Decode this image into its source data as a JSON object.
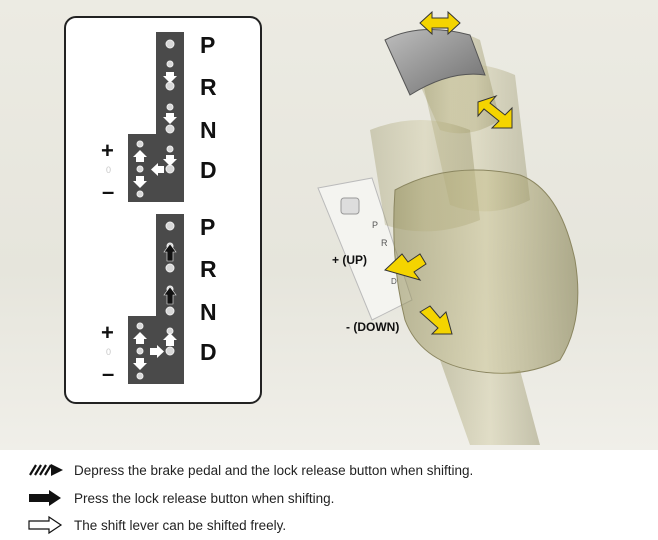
{
  "gate_diagrams": [
    {
      "positions": [
        "P",
        "R",
        "N",
        "D"
      ],
      "plus": "+",
      "minus": "–",
      "mid": "0"
    },
    {
      "positions": [
        "P",
        "R",
        "N",
        "D"
      ],
      "plus": "+",
      "minus": "–",
      "mid": "0"
    }
  ],
  "lever_scene": {
    "plate_letters": [
      "P",
      "R",
      "D"
    ],
    "up_label": "+ (UP)",
    "down_label": "- (DOWN)"
  },
  "legend": [
    {
      "icon": "hatched-arrow-icon",
      "text": "Depress the brake pedal and the lock release button when shifting."
    },
    {
      "icon": "solid-arrow-icon",
      "text": "Press the lock release button when shifting."
    },
    {
      "icon": "outline-arrow-icon",
      "text": "The shift lever can be shifted freely."
    }
  ],
  "colors": {
    "gate_fill": "#4a4a4a",
    "arrow_yellow": "#f4d400",
    "lever_tint": "#b7b07a",
    "background": "#ecebe3"
  }
}
